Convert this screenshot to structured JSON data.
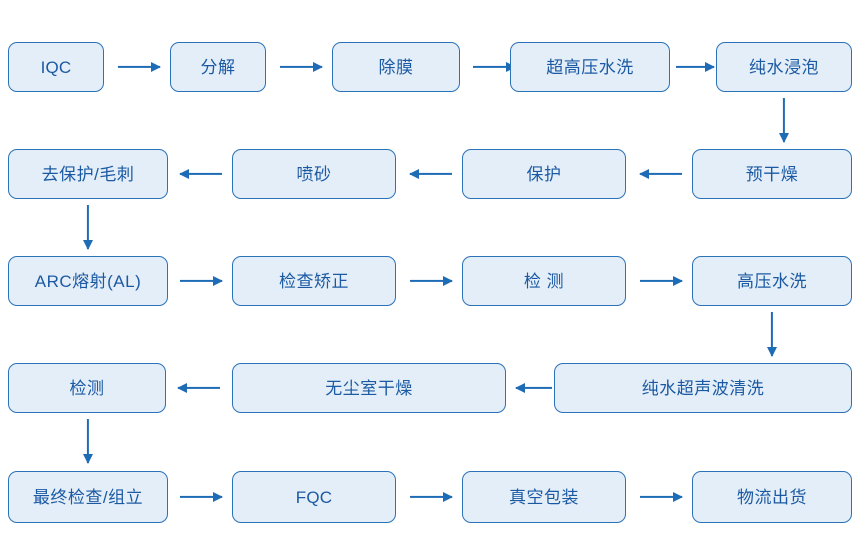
{
  "diagram": {
    "title": "Process Flow Chart",
    "colors": {
      "box_fill": "#e4eef8",
      "box_border": "#2b72b8",
      "text": "#1b5aa3",
      "arrow": "#1f6cb6",
      "background": "#ffffff"
    },
    "rows": [
      {
        "direction": "left-to-right",
        "nodes": [
          {
            "label": "IQC",
            "script": "latin"
          },
          {
            "label": "分解",
            "script": "cjk"
          },
          {
            "label": "除膜",
            "script": "cjk"
          },
          {
            "label": "超高压水洗",
            "script": "cjk"
          },
          {
            "label": "纯水浸泡",
            "script": "cjk"
          }
        ]
      },
      {
        "direction": "right-to-left",
        "nodes": [
          {
            "label": "去保护/毛刺",
            "script": "cjk"
          },
          {
            "label": "喷砂",
            "script": "cjk"
          },
          {
            "label": "保护",
            "script": "cjk"
          },
          {
            "label": "预干燥",
            "script": "cjk"
          }
        ]
      },
      {
        "direction": "left-to-right",
        "nodes": [
          {
            "label": "ARC熔射(AL)",
            "script": "cjk"
          },
          {
            "label": "检查矫正",
            "script": "cjk"
          },
          {
            "label": "检 测",
            "script": "cjk"
          },
          {
            "label": "高压水洗",
            "script": "cjk"
          }
        ]
      },
      {
        "direction": "right-to-left",
        "nodes": [
          {
            "label": "检测",
            "script": "cjk"
          },
          {
            "label": "无尘室干燥",
            "script": "cjk"
          },
          {
            "label": "纯水超声波清洗",
            "script": "cjk"
          }
        ]
      },
      {
        "direction": "left-to-right",
        "nodes": [
          {
            "label": "最终检查/组立",
            "script": "cjk"
          },
          {
            "label": "FQC",
            "script": "latin"
          },
          {
            "label": "真空包装",
            "script": "cjk"
          },
          {
            "label": "物流出货",
            "script": "cjk"
          }
        ]
      }
    ],
    "connectors": {
      "row1": [
        "arrow-right",
        "arrow-right",
        "arrow-right",
        "arrow-right"
      ],
      "row1_to_row2": "arrow-down",
      "row2": [
        "arrow-left",
        "arrow-left",
        "arrow-left"
      ],
      "row2_to_row3": "arrow-down",
      "row3": [
        "arrow-right",
        "arrow-right",
        "arrow-right"
      ],
      "row3_to_row4": "arrow-down",
      "row4": [
        "arrow-left",
        "arrow-left"
      ],
      "row4_to_row5": "arrow-down",
      "row5": [
        "arrow-right",
        "arrow-right",
        "arrow-right"
      ]
    }
  }
}
